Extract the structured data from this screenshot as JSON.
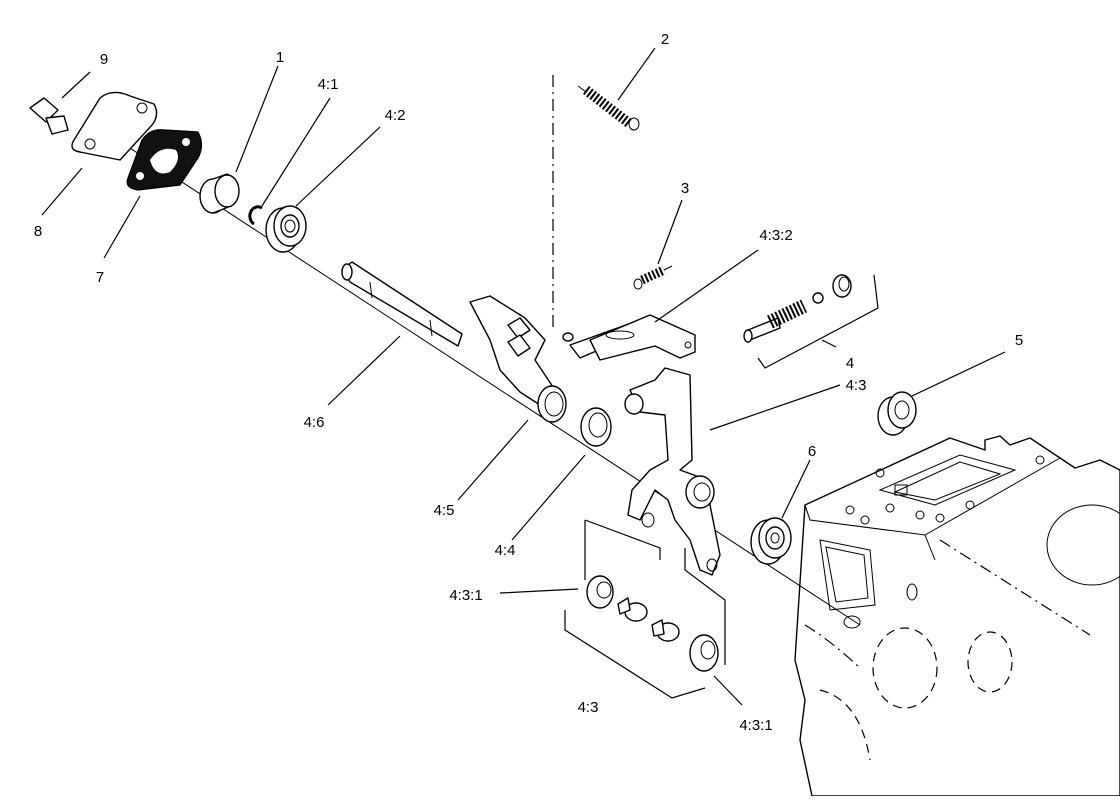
{
  "callouts": [
    {
      "id": "c9",
      "text": "9"
    },
    {
      "id": "c1",
      "text": "1"
    },
    {
      "id": "c41",
      "text": "4:1"
    },
    {
      "id": "c42",
      "text": "4:2"
    },
    {
      "id": "c8",
      "text": "8"
    },
    {
      "id": "c7",
      "text": "7"
    },
    {
      "id": "c2",
      "text": "2"
    },
    {
      "id": "c3",
      "text": "3"
    },
    {
      "id": "c432",
      "text": "4:3:2"
    },
    {
      "id": "c4",
      "text": "4"
    },
    {
      "id": "c43a",
      "text": "4:3"
    },
    {
      "id": "c5",
      "text": "5"
    },
    {
      "id": "c46",
      "text": "4:6"
    },
    {
      "id": "c45",
      "text": "4:5"
    },
    {
      "id": "c44",
      "text": "4:4"
    },
    {
      "id": "c6",
      "text": "6"
    },
    {
      "id": "c431a",
      "text": "4:3:1"
    },
    {
      "id": "c43b",
      "text": "4:3"
    },
    {
      "id": "c431b",
      "text": "4:3:1"
    }
  ]
}
